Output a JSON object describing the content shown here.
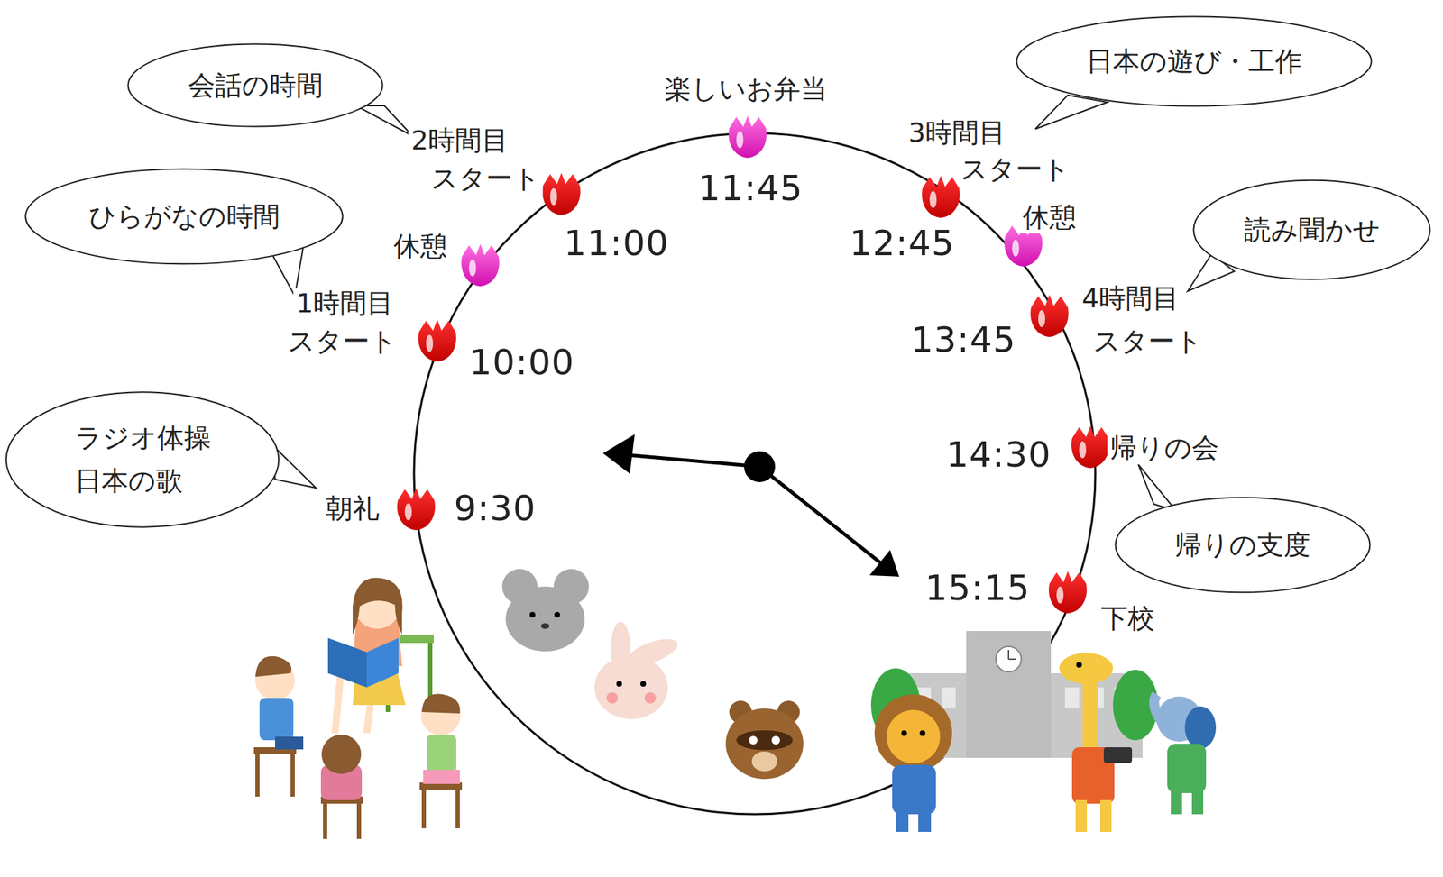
{
  "diagram": {
    "nodes": [
      {
        "text": [
          "会話の時間"
        ]
      },
      {
        "text": [
          "ひらがなの時間"
        ]
      },
      {
        "text": [
          "ラジオ体操",
          "日本の歌"
        ]
      },
      {
        "text": [
          "日本の遊び・工作"
        ]
      },
      {
        "text": [
          "読み聞かせ"
        ]
      },
      {
        "text": [
          "帰りの支度"
        ]
      }
    ],
    "labels": [
      "楽しいお弁当",
      "11:45",
      "2時間目",
      "スタート",
      "11:00",
      "休憩",
      "1時間目",
      "スタート",
      "10:00",
      "朝礼",
      "9:30",
      "3時間目",
      "スタート",
      "12:45",
      "休憩",
      "4時間目",
      "スタート",
      "13:45",
      "14:30",
      "帰りの会",
      "15:15",
      "下校"
    ]
  }
}
